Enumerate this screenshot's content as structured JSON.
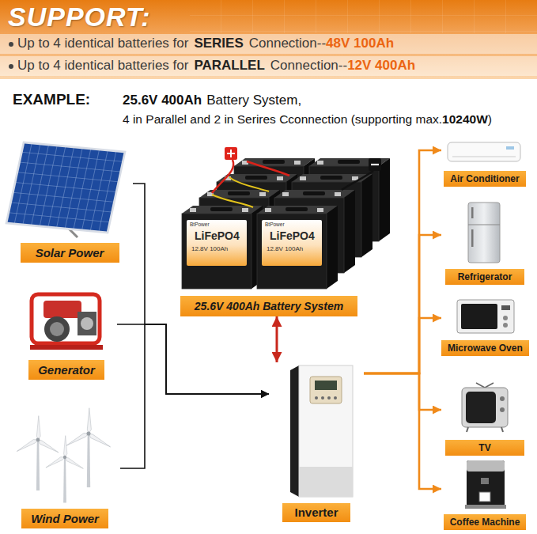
{
  "diagram": {
    "title": "SUPPORT:",
    "nodes": [
      {
        "text": [
          "Solar Power"
        ]
      },
      {
        "text": [
          "Generator"
        ]
      },
      {
        "text": [
          "Wind Power"
        ]
      },
      {
        "text": [
          "25.6V 400Ah Battery System"
        ]
      },
      {
        "text": [
          "Inverter"
        ]
      },
      {
        "text": [
          "Air Conditioner"
        ]
      },
      {
        "text": [
          "Refrigerator"
        ]
      },
      {
        "text": [
          "Microwave Oven"
        ]
      },
      {
        "text": [
          "TV"
        ]
      },
      {
        "text": [
          "Coffee Machine"
        ]
      }
    ],
    "edges": [
      {
        "from": 0,
        "to": 4,
        "arrow": "to"
      },
      {
        "from": 1,
        "to": 4,
        "arrow": "to"
      },
      {
        "from": 2,
        "to": 4,
        "arrow": "to"
      },
      {
        "from": 3,
        "to": 4,
        "arrow": "both"
      },
      {
        "from": 4,
        "to": 5,
        "arrow": "to"
      },
      {
        "from": 4,
        "to": 6,
        "arrow": "to"
      },
      {
        "from": 4,
        "to": 7,
        "arrow": "to"
      },
      {
        "from": 4,
        "to": 8,
        "arrow": "to"
      },
      {
        "from": 4,
        "to": 9,
        "arrow": "to"
      }
    ],
    "labels": [
      "Up to 4 identical batteries for",
      "SERIES",
      "Connection--",
      "48V 100Ah",
      "Up to 4 identical batteries for",
      "PARALLEL",
      "Connection--",
      "12V 400Ah",
      "EXAMPLE:",
      "25.6V 400Ah",
      "Battery System,",
      "4 in Parallel and 2 in Serires Cconnection (supporting max.",
      "10240W",
      ")",
      "BtPower",
      "LiFePO4",
      "12.8V 100Ah",
      "BtPower",
      "LiFePO4",
      "12.8V 100Ah"
    ]
  }
}
